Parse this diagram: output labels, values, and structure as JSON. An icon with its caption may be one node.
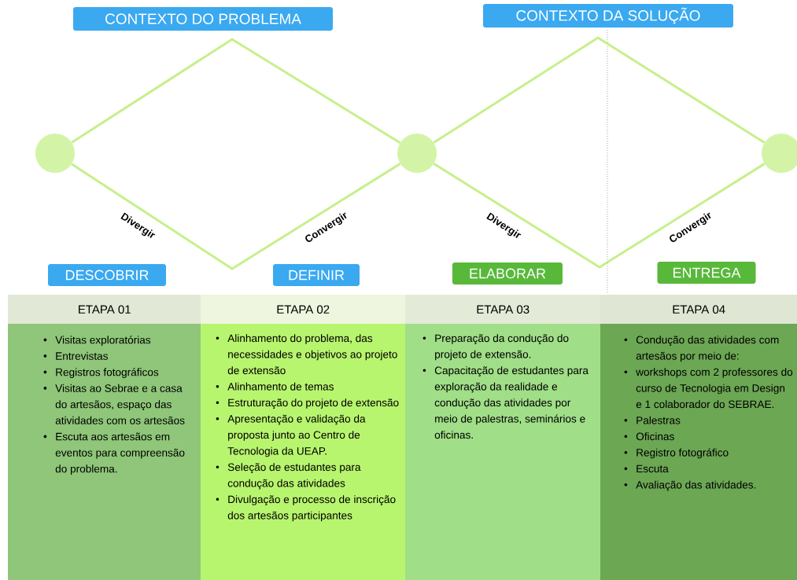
{
  "diagram": {
    "nodes": [
      {
        "text": [
          "CONTEXTO DO PROBLEMA"
        ]
      },
      {
        "text": [
          "CONTEXTO DA SOLUÇÃO"
        ]
      },
      {
        "text": [],
        "shape": "circle"
      },
      {
        "text": [],
        "shape": "circle"
      },
      {
        "text": [],
        "shape": "circle"
      },
      {
        "text": [
          "DESCOBRIR"
        ]
      },
      {
        "text": [
          "DEFINIR"
        ]
      },
      {
        "text": [
          "ELABORAR"
        ]
      },
      {
        "text": [
          "ENTREGA"
        ]
      },
      {
        "text": [
          "ETAPA 01",
          "Visitas exploratórias",
          "Entrevistas",
          "Registros fotográficos",
          "Visitas ao Sebrae e a casa do artesãos, espaço das atividades com os artesãos",
          "Escuta aos artesãos em eventos para compreensão do problema."
        ]
      },
      {
        "text": [
          "ETAPA 02",
          "Alinhamento do problema, das necessidades e objetivos ao projeto de extensão",
          "Alinhamento de temas",
          "Estruturação do projeto de extensão",
          "Apresentação e validação da proposta junto ao Centro de Tecnologia da UEAP.",
          "Seleção de estudantes para condução das atividades",
          "Divulgação e processo de inscrição dos artesãos participantes"
        ]
      },
      {
        "text": [
          "ETAPA 03",
          "Preparação da condução do projeto de extensão.",
          "Capacitação de estudantes para exploração da realidade e condução das atividades por meio de palestras, seminários e oficinas."
        ]
      },
      {
        "text": [
          "ETAPA 04",
          "Condução das atividades com artesãos por meio de:",
          "workshops com 2 professores do curso de Tecnologia em Design e 1 colaborador do SEBRAE.",
          "Palestras",
          "Oficinas",
          "Registro fotográfico",
          "Escuta",
          "Avaliação das atividades."
        ]
      }
    ],
    "edges": [
      {
        "from": 2,
        "to": 3,
        "arrow": "none"
      },
      {
        "from": 2,
        "to": 3,
        "arrow": "none"
      },
      {
        "from": 3,
        "to": 4,
        "arrow": "none"
      },
      {
        "from": 3,
        "to": 4,
        "arrow": "none"
      }
    ],
    "labels": [
      "Divergir",
      "Convergir",
      "Divergir",
      "Convergir"
    ]
  }
}
